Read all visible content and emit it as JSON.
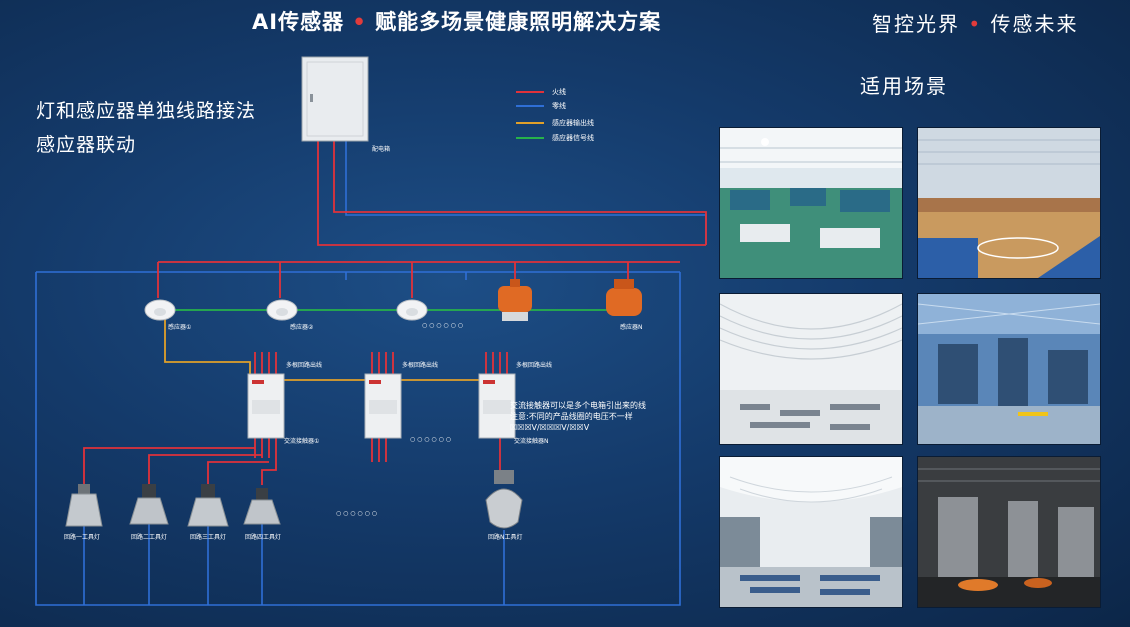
{
  "header": {
    "title_prefix": "AI传感器",
    "title_suffix": "赋能多场景健康照明解决方案",
    "slogan_left": "智控光界",
    "slogan_right": "传感未来",
    "separator": "•"
  },
  "subtitles": {
    "line1": "灯和感应器单独线路接法",
    "line2": "感应器联动"
  },
  "scene_title": "适用场景",
  "legend": [
    {
      "label": "火线",
      "color": "#e0323a"
    },
    {
      "label": "零线",
      "color": "#2f6fd6"
    },
    {
      "label": "感应器输出线",
      "color": "#e0a02a"
    },
    {
      "label": "感应器信号线",
      "color": "#27b24a"
    }
  ],
  "labels": {
    "distribution_box": "配电箱",
    "sensor1": "感应器①",
    "sensor2": "感应器②",
    "sensorN": "感应器N",
    "multi_lines_1": "多根回路出线",
    "multi_lines_2": "多根回路出线",
    "multi_lines_3": "多根回路出线",
    "contactor1": "交流接触器①",
    "contactorN": "交流接触器N",
    "lamp1": "回路一工具灯",
    "lamp2": "回路二工具灯",
    "lamp3": "回路三工具灯",
    "lamp4": "回路四工具灯",
    "lampN": "回路N工具灯",
    "ellipsis": "○ ○ ○ ○ ○ ○"
  },
  "note": {
    "line1": "交流接触器可以是多个电箱引出来的线",
    "line2": "注意:不同的产品线圈的电压不一样",
    "line3": "☒☒☒V/☒☒☒V/☒☒V"
  },
  "colors": {
    "live": "#e0323a",
    "neutral": "#2f6fd6",
    "output": "#e0a02a",
    "signal": "#27b24a"
  },
  "photos": [
    {
      "name": "factory-workshop"
    },
    {
      "name": "indoor-basketball-court"
    },
    {
      "name": "station-hall"
    },
    {
      "name": "industrial-plant"
    },
    {
      "name": "airport-terminal"
    },
    {
      "name": "steel-mill"
    }
  ]
}
